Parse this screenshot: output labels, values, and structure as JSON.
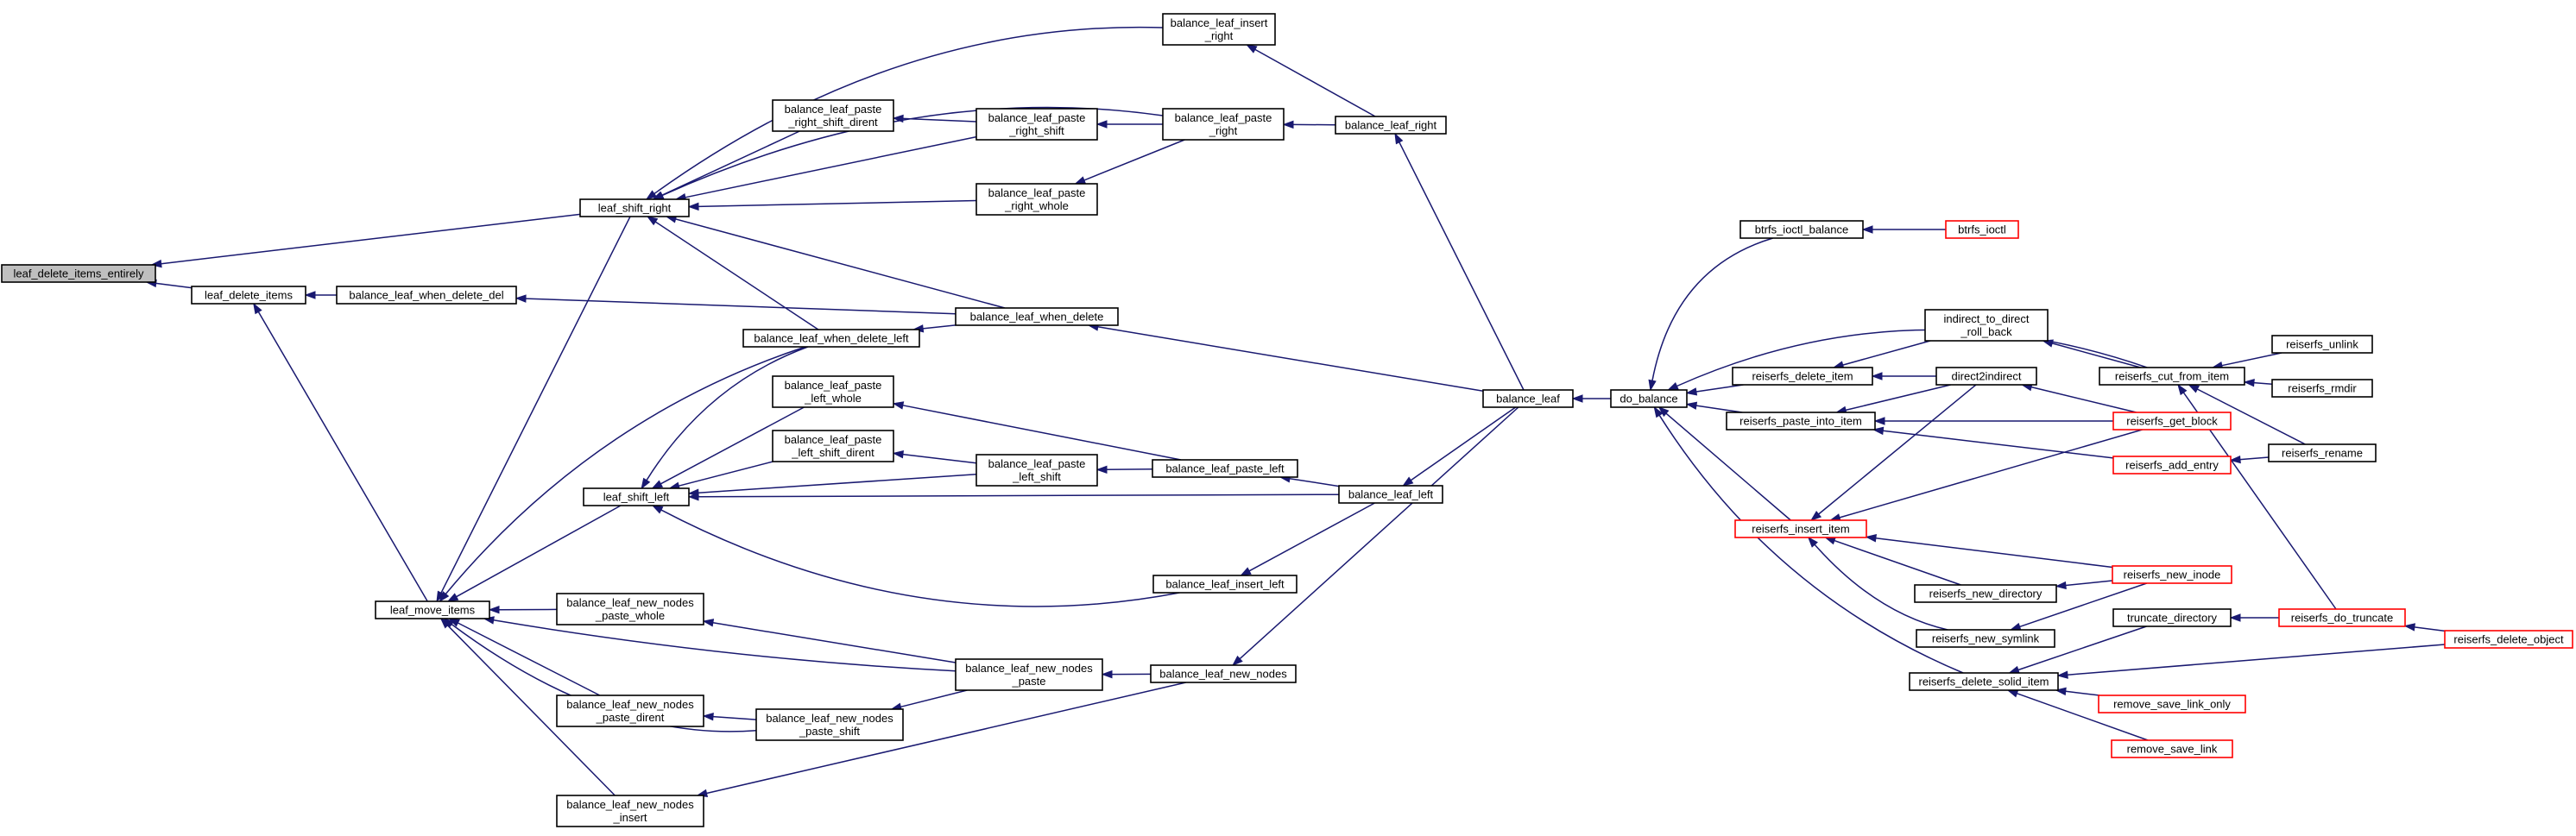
{
  "colors": {
    "edge": "#191970",
    "node_border": "#000000",
    "external_border": "#ff0000",
    "highlight_fill": "#bfbfbf"
  },
  "nodes": [
    {
      "id": "leaf_delete_items_entirely",
      "lines": [
        "leaf_delete_items_entirely"
      ],
      "style": "highlight"
    },
    {
      "id": "leaf_delete_items",
      "lines": [
        "leaf_delete_items"
      ]
    },
    {
      "id": "leaf_shift_right",
      "lines": [
        "leaf_shift_right"
      ]
    },
    {
      "id": "balance_leaf_when_delete_del",
      "lines": [
        "balance_leaf_when_delete_del"
      ]
    },
    {
      "id": "leaf_move_items",
      "lines": [
        "leaf_move_items"
      ]
    },
    {
      "id": "balance_leaf_paste_right_shift_dirent",
      "lines": [
        "balance_leaf_paste",
        "_right_shift_dirent"
      ]
    },
    {
      "id": "balance_leaf_when_delete_left",
      "lines": [
        "balance_leaf_when_delete_left"
      ]
    },
    {
      "id": "balance_leaf_paste_left_whole",
      "lines": [
        "balance_leaf_paste",
        "_left_whole"
      ]
    },
    {
      "id": "balance_leaf_paste_left_shift_dirent",
      "lines": [
        "balance_leaf_paste",
        "_left_shift_dirent"
      ]
    },
    {
      "id": "leaf_shift_left",
      "lines": [
        "leaf_shift_left"
      ]
    },
    {
      "id": "balance_leaf_new_nodes_paste_whole",
      "lines": [
        "balance_leaf_new_nodes",
        "_paste_whole"
      ]
    },
    {
      "id": "balance_leaf_new_nodes_paste_dirent",
      "lines": [
        "balance_leaf_new_nodes",
        "_paste_dirent"
      ]
    },
    {
      "id": "balance_leaf_new_nodes_insert",
      "lines": [
        "balance_leaf_new_nodes",
        "_insert"
      ]
    },
    {
      "id": "balance_leaf_paste_right_shift",
      "lines": [
        "balance_leaf_paste",
        "_right_shift"
      ]
    },
    {
      "id": "balance_leaf_paste_right_whole",
      "lines": [
        "balance_leaf_paste",
        "_right_whole"
      ]
    },
    {
      "id": "balance_leaf_when_delete",
      "lines": [
        "balance_leaf_when_delete"
      ]
    },
    {
      "id": "balance_leaf_paste_left_shift",
      "lines": [
        "balance_leaf_paste",
        "_left_shift"
      ]
    },
    {
      "id": "balance_leaf_new_nodes_paste_shift",
      "lines": [
        "balance_leaf_new_nodes",
        "_paste_shift"
      ]
    },
    {
      "id": "balance_leaf_new_nodes_paste",
      "lines": [
        "balance_leaf_new_nodes",
        "_paste"
      ]
    },
    {
      "id": "balance_leaf_insert_right",
      "lines": [
        "balance_leaf_insert",
        "_right"
      ]
    },
    {
      "id": "balance_leaf_paste_right",
      "lines": [
        "balance_leaf_paste",
        "_right"
      ]
    },
    {
      "id": "balance_leaf_paste_left",
      "lines": [
        "balance_leaf_paste_left"
      ]
    },
    {
      "id": "balance_leaf_insert_left",
      "lines": [
        "balance_leaf_insert_left"
      ]
    },
    {
      "id": "balance_leaf_new_nodes",
      "lines": [
        "balance_leaf_new_nodes"
      ]
    },
    {
      "id": "balance_leaf_right",
      "lines": [
        "balance_leaf_right"
      ]
    },
    {
      "id": "balance_leaf_left",
      "lines": [
        "balance_leaf_left"
      ]
    },
    {
      "id": "balance_leaf",
      "lines": [
        "balance_leaf"
      ]
    },
    {
      "id": "do_balance",
      "lines": [
        "do_balance"
      ]
    },
    {
      "id": "btrfs_ioctl_balance",
      "lines": [
        "btrfs_ioctl_balance"
      ]
    },
    {
      "id": "reiserfs_delete_item",
      "lines": [
        "reiserfs_delete_item"
      ]
    },
    {
      "id": "reiserfs_paste_into_item",
      "lines": [
        "reiserfs_paste_into_item"
      ]
    },
    {
      "id": "reiserfs_insert_item",
      "lines": [
        "reiserfs_insert_item"
      ],
      "style": "external"
    },
    {
      "id": "reiserfs_delete_solid_item",
      "lines": [
        "reiserfs_delete_solid_item"
      ]
    },
    {
      "id": "btrfs_ioctl",
      "lines": [
        "btrfs_ioctl"
      ],
      "style": "external"
    },
    {
      "id": "indirect_to_direct_roll_back",
      "lines": [
        "indirect_to_direct",
        "_roll_back"
      ]
    },
    {
      "id": "direct2indirect",
      "lines": [
        "direct2indirect"
      ]
    },
    {
      "id": "reiserfs_new_directory",
      "lines": [
        "reiserfs_new_directory"
      ]
    },
    {
      "id": "reiserfs_new_symlink",
      "lines": [
        "reiserfs_new_symlink"
      ]
    },
    {
      "id": "reiserfs_cut_from_item",
      "lines": [
        "reiserfs_cut_from_item"
      ]
    },
    {
      "id": "reiserfs_get_block",
      "lines": [
        "reiserfs_get_block"
      ],
      "style": "external"
    },
    {
      "id": "reiserfs_add_entry",
      "lines": [
        "reiserfs_add_entry"
      ],
      "style": "external"
    },
    {
      "id": "reiserfs_new_inode",
      "lines": [
        "reiserfs_new_inode"
      ],
      "style": "external"
    },
    {
      "id": "truncate_directory",
      "lines": [
        "truncate_directory"
      ]
    },
    {
      "id": "remove_save_link_only",
      "lines": [
        "remove_save_link_only"
      ],
      "style": "external"
    },
    {
      "id": "remove_save_link",
      "lines": [
        "remove_save_link"
      ],
      "style": "external"
    },
    {
      "id": "reiserfs_unlink",
      "lines": [
        "reiserfs_unlink"
      ]
    },
    {
      "id": "reiserfs_rmdir",
      "lines": [
        "reiserfs_rmdir"
      ]
    },
    {
      "id": "reiserfs_rename",
      "lines": [
        "reiserfs_rename"
      ]
    },
    {
      "id": "reiserfs_do_truncate",
      "lines": [
        "reiserfs_do_truncate"
      ],
      "style": "external"
    },
    {
      "id": "reiserfs_delete_object",
      "lines": [
        "reiserfs_delete_object"
      ],
      "style": "external"
    }
  ],
  "edges": [
    [
      "leaf_delete_items_entirely",
      "leaf_delete_items"
    ],
    [
      "leaf_delete_items_entirely",
      "leaf_shift_right"
    ],
    [
      "leaf_delete_items",
      "balance_leaf_when_delete_del"
    ],
    [
      "leaf_delete_items",
      "leaf_move_items"
    ],
    [
      "balance_leaf_when_delete_del",
      "balance_leaf_when_delete"
    ],
    [
      "leaf_shift_right",
      "balance_leaf_insert_right"
    ],
    [
      "leaf_shift_right",
      "balance_leaf_paste_right"
    ],
    [
      "leaf_shift_right",
      "balance_leaf_paste_right_shift_dirent"
    ],
    [
      "leaf_shift_right",
      "balance_leaf_paste_right_shift"
    ],
    [
      "leaf_shift_right",
      "balance_leaf_paste_right_whole"
    ],
    [
      "leaf_shift_right",
      "balance_leaf_when_delete_left"
    ],
    [
      "leaf_shift_right",
      "balance_leaf_when_delete"
    ],
    [
      "leaf_move_items",
      "leaf_shift_right"
    ],
    [
      "leaf_move_items",
      "balance_leaf_when_delete_left"
    ],
    [
      "leaf_move_items",
      "leaf_shift_left"
    ],
    [
      "leaf_move_items",
      "balance_leaf_new_nodes_paste_whole"
    ],
    [
      "leaf_move_items",
      "balance_leaf_new_nodes_paste"
    ],
    [
      "leaf_move_items",
      "balance_leaf_new_nodes_paste_dirent"
    ],
    [
      "leaf_move_items",
      "balance_leaf_new_nodes_paste_shift"
    ],
    [
      "leaf_move_items",
      "balance_leaf_new_nodes_insert"
    ],
    [
      "balance_leaf_paste_right_shift_dirent",
      "balance_leaf_paste_right_shift"
    ],
    [
      "balance_leaf_paste_right_shift",
      "balance_leaf_paste_right"
    ],
    [
      "balance_leaf_paste_right_whole",
      "balance_leaf_paste_right"
    ],
    [
      "balance_leaf_paste_right",
      "balance_leaf_right"
    ],
    [
      "balance_leaf_insert_right",
      "balance_leaf_right"
    ],
    [
      "balance_leaf_right",
      "balance_leaf"
    ],
    [
      "balance_leaf_when_delete_left",
      "balance_leaf_when_delete"
    ],
    [
      "balance_leaf_when_delete",
      "balance_leaf"
    ],
    [
      "leaf_shift_left",
      "balance_leaf_when_delete_left"
    ],
    [
      "leaf_shift_left",
      "balance_leaf_paste_left_whole"
    ],
    [
      "leaf_shift_left",
      "balance_leaf_paste_left_shift_dirent"
    ],
    [
      "leaf_shift_left",
      "balance_leaf_paste_left_shift"
    ],
    [
      "leaf_shift_left",
      "balance_leaf_left"
    ],
    [
      "leaf_shift_left",
      "balance_leaf_insert_left"
    ],
    [
      "balance_leaf_paste_left_whole",
      "balance_leaf_paste_left"
    ],
    [
      "balance_leaf_paste_left_shift_dirent",
      "balance_leaf_paste_left_shift"
    ],
    [
      "balance_leaf_paste_left_shift",
      "balance_leaf_paste_left"
    ],
    [
      "balance_leaf_paste_left",
      "balance_leaf_left"
    ],
    [
      "balance_leaf_insert_left",
      "balance_leaf_left"
    ],
    [
      "balance_leaf_left",
      "balance_leaf"
    ],
    [
      "balance_leaf_new_nodes_paste_whole",
      "balance_leaf_new_nodes_paste"
    ],
    [
      "balance_leaf_new_nodes_paste_dirent",
      "balance_leaf_new_nodes_paste_shift"
    ],
    [
      "balance_leaf_new_nodes_paste_shift",
      "balance_leaf_new_nodes_paste"
    ],
    [
      "balance_leaf_new_nodes_paste",
      "balance_leaf_new_nodes"
    ],
    [
      "balance_leaf_new_nodes_insert",
      "balance_leaf_new_nodes"
    ],
    [
      "balance_leaf_new_nodes",
      "balance_leaf"
    ],
    [
      "balance_leaf",
      "do_balance"
    ],
    [
      "do_balance",
      "btrfs_ioctl_balance"
    ],
    [
      "do_balance",
      "reiserfs_cut_from_item"
    ],
    [
      "do_balance",
      "reiserfs_delete_item"
    ],
    [
      "do_balance",
      "reiserfs_paste_into_item"
    ],
    [
      "do_balance",
      "reiserfs_insert_item"
    ],
    [
      "do_balance",
      "reiserfs_delete_solid_item"
    ],
    [
      "btrfs_ioctl_balance",
      "btrfs_ioctl"
    ],
    [
      "reiserfs_delete_item",
      "indirect_to_direct_roll_back"
    ],
    [
      "reiserfs_delete_item",
      "direct2indirect"
    ],
    [
      "indirect_to_direct_roll_back",
      "reiserfs_cut_from_item"
    ],
    [
      "reiserfs_paste_into_item",
      "direct2indirect"
    ],
    [
      "reiserfs_paste_into_item",
      "reiserfs_get_block"
    ],
    [
      "reiserfs_paste_into_item",
      "reiserfs_add_entry"
    ],
    [
      "direct2indirect",
      "reiserfs_get_block"
    ],
    [
      "reiserfs_insert_item",
      "direct2indirect"
    ],
    [
      "reiserfs_insert_item",
      "reiserfs_get_block"
    ],
    [
      "reiserfs_insert_item",
      "reiserfs_new_inode"
    ],
    [
      "reiserfs_insert_item",
      "reiserfs_new_directory"
    ],
    [
      "reiserfs_insert_item",
      "reiserfs_new_symlink"
    ],
    [
      "reiserfs_new_directory",
      "reiserfs_new_inode"
    ],
    [
      "reiserfs_new_symlink",
      "reiserfs_new_inode"
    ],
    [
      "reiserfs_delete_solid_item",
      "truncate_directory"
    ],
    [
      "reiserfs_delete_solid_item",
      "reiserfs_delete_object"
    ],
    [
      "reiserfs_delete_solid_item",
      "remove_save_link_only"
    ],
    [
      "reiserfs_delete_solid_item",
      "remove_save_link"
    ],
    [
      "reiserfs_cut_from_item",
      "reiserfs_unlink"
    ],
    [
      "reiserfs_cut_from_item",
      "reiserfs_rmdir"
    ],
    [
      "reiserfs_cut_from_item",
      "reiserfs_rename"
    ],
    [
      "reiserfs_cut_from_item",
      "reiserfs_do_truncate"
    ],
    [
      "reiserfs_add_entry",
      "reiserfs_rename"
    ],
    [
      "truncate_directory",
      "reiserfs_do_truncate"
    ],
    [
      "reiserfs_do_truncate",
      "reiserfs_delete_object"
    ]
  ]
}
